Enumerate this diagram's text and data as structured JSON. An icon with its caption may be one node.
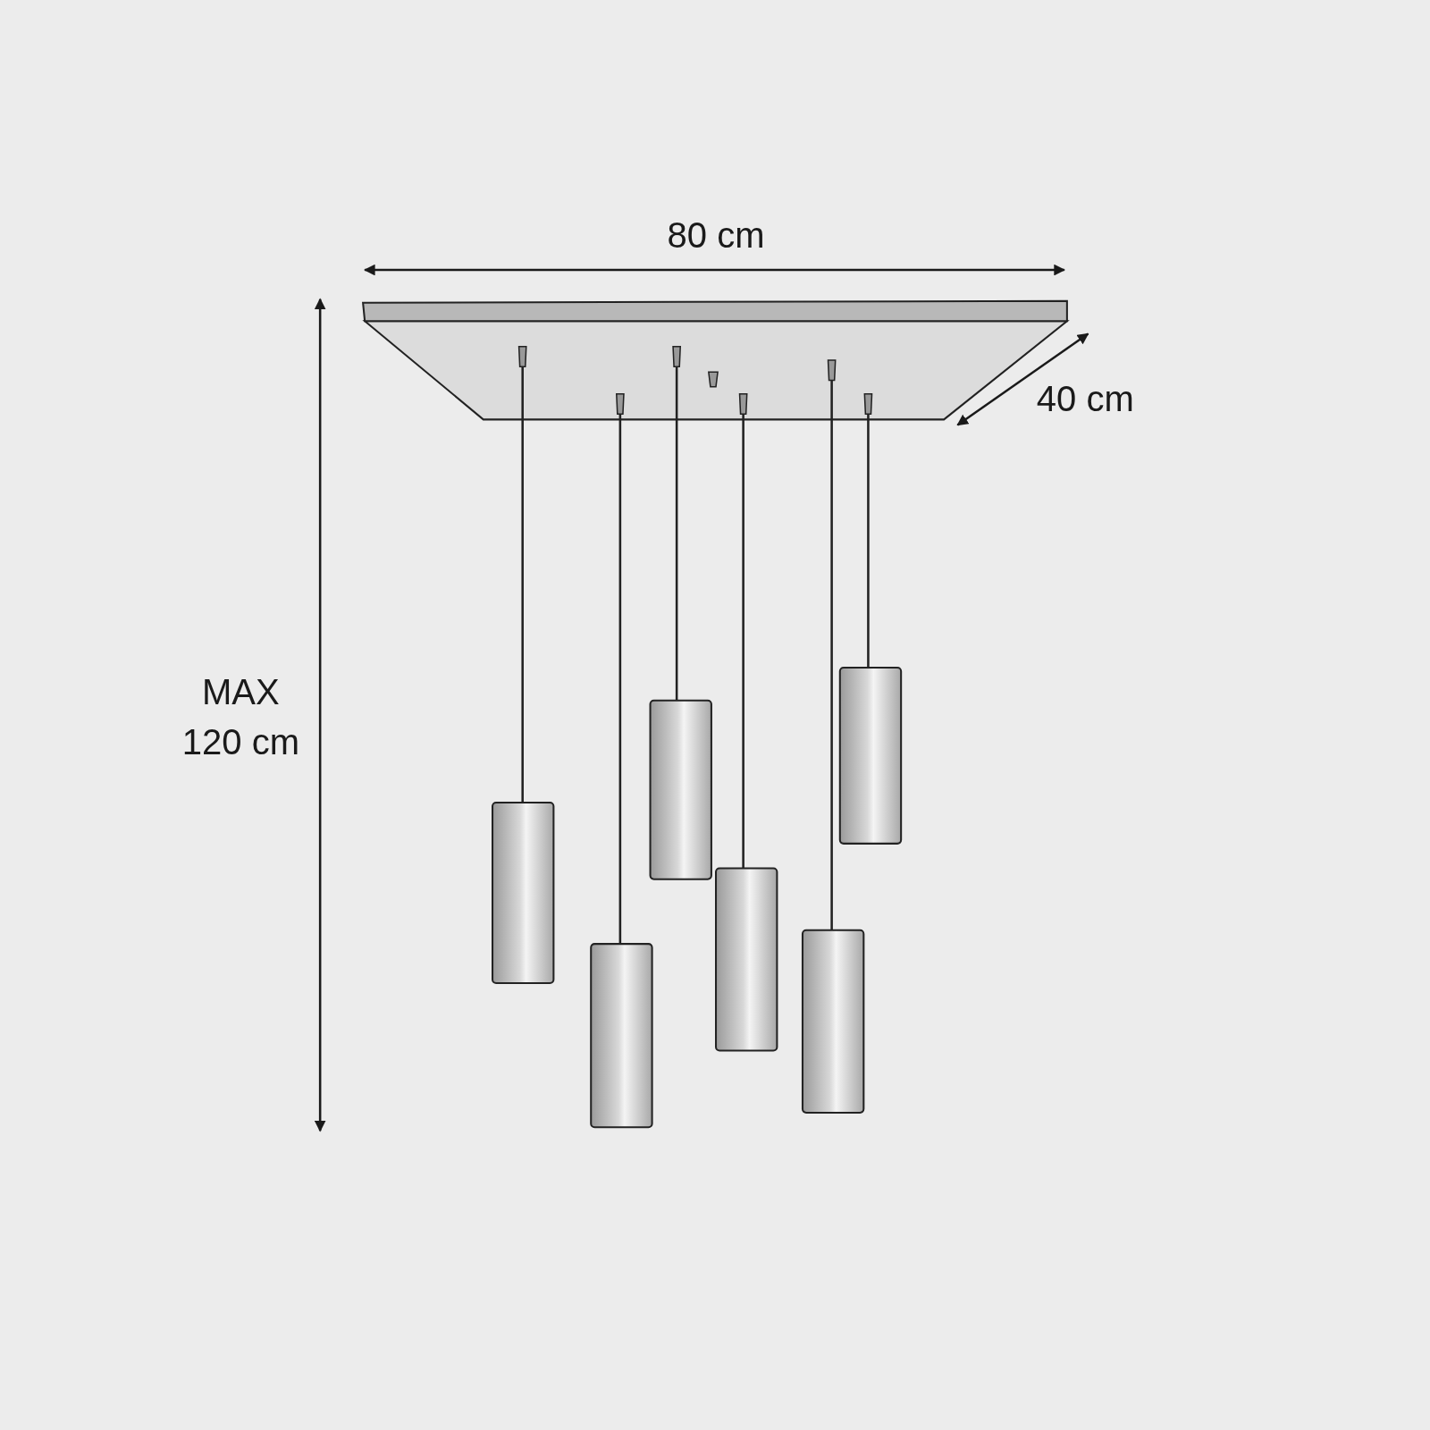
{
  "diagram": {
    "labels": [
      "80 cm",
      "40 cm",
      "MAX 120 cm"
    ]
  }
}
